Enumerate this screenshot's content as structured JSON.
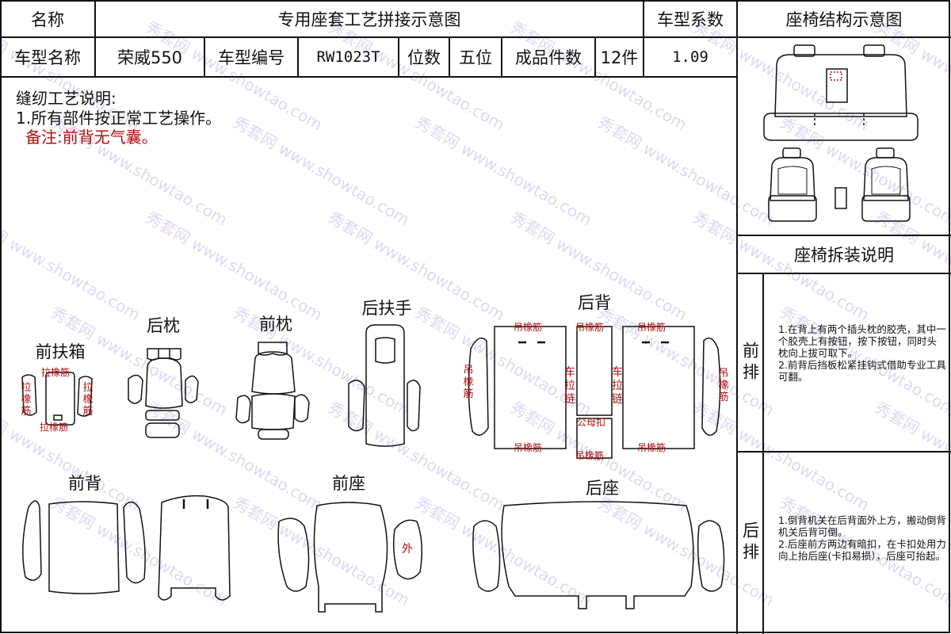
{
  "header": {
    "name_label": "名称",
    "title": "专用座套工艺拼接示意图",
    "coef_label": "车型系数",
    "structure_title": "座椅结构示意图"
  },
  "info": {
    "model_name_label": "车型名称",
    "model_name": "荣威550",
    "model_code_label": "车型编号",
    "model_code": "RW1023T",
    "seats_label": "位数",
    "seats": "五位",
    "pieces_label": "成品件数",
    "pieces": "12件",
    "coef": "1.09"
  },
  "sewing": {
    "heading": "缝纫工艺说明:",
    "item1": "1.所有部件按正常工艺操作。",
    "remark": "备注:前背无气囊。"
  },
  "parts": {
    "front_armrest": "前扶箱",
    "rear_pillow": "后枕",
    "front_pillow": "前枕",
    "rear_armrest": "后扶手",
    "rear_back": "后背",
    "front_back": "前背",
    "front_seat": "前座",
    "rear_seat": "后座"
  },
  "marks": {
    "pull_rubber": "拉橡筋",
    "pull_rubber_v": "拉橡筋",
    "hang_rubber": "吊橡筋",
    "hang_rubber_v": "吊橡筋",
    "zipper_v": "车拉链",
    "snap": "公母扣",
    "outer": "外"
  },
  "disassembly": {
    "title": "座椅拆装说明",
    "front_label": "前排",
    "front_notes": "1.在背上有两个插头枕的胶壳，其中一个胶壳上有按钮，按下按钮，同时头枕向上拔可取下。\n2.前背后挡板松紧挂钩式借助专业工具可翻。",
    "rear_label": "后排",
    "rear_notes": "1.倒背机关在后背面外上方，搬动倒背机关后背可倒。\n2.后座前方两边有暗扣，在卡扣处用力向上抬后座(卡扣易损），后座可抬起。"
  },
  "watermark": {
    "cn": "秀套网",
    "url": "www.showtao.com"
  },
  "colors": {
    "line": "#111111",
    "note_red": "#b21010",
    "watermark": "#c7b7e6"
  }
}
